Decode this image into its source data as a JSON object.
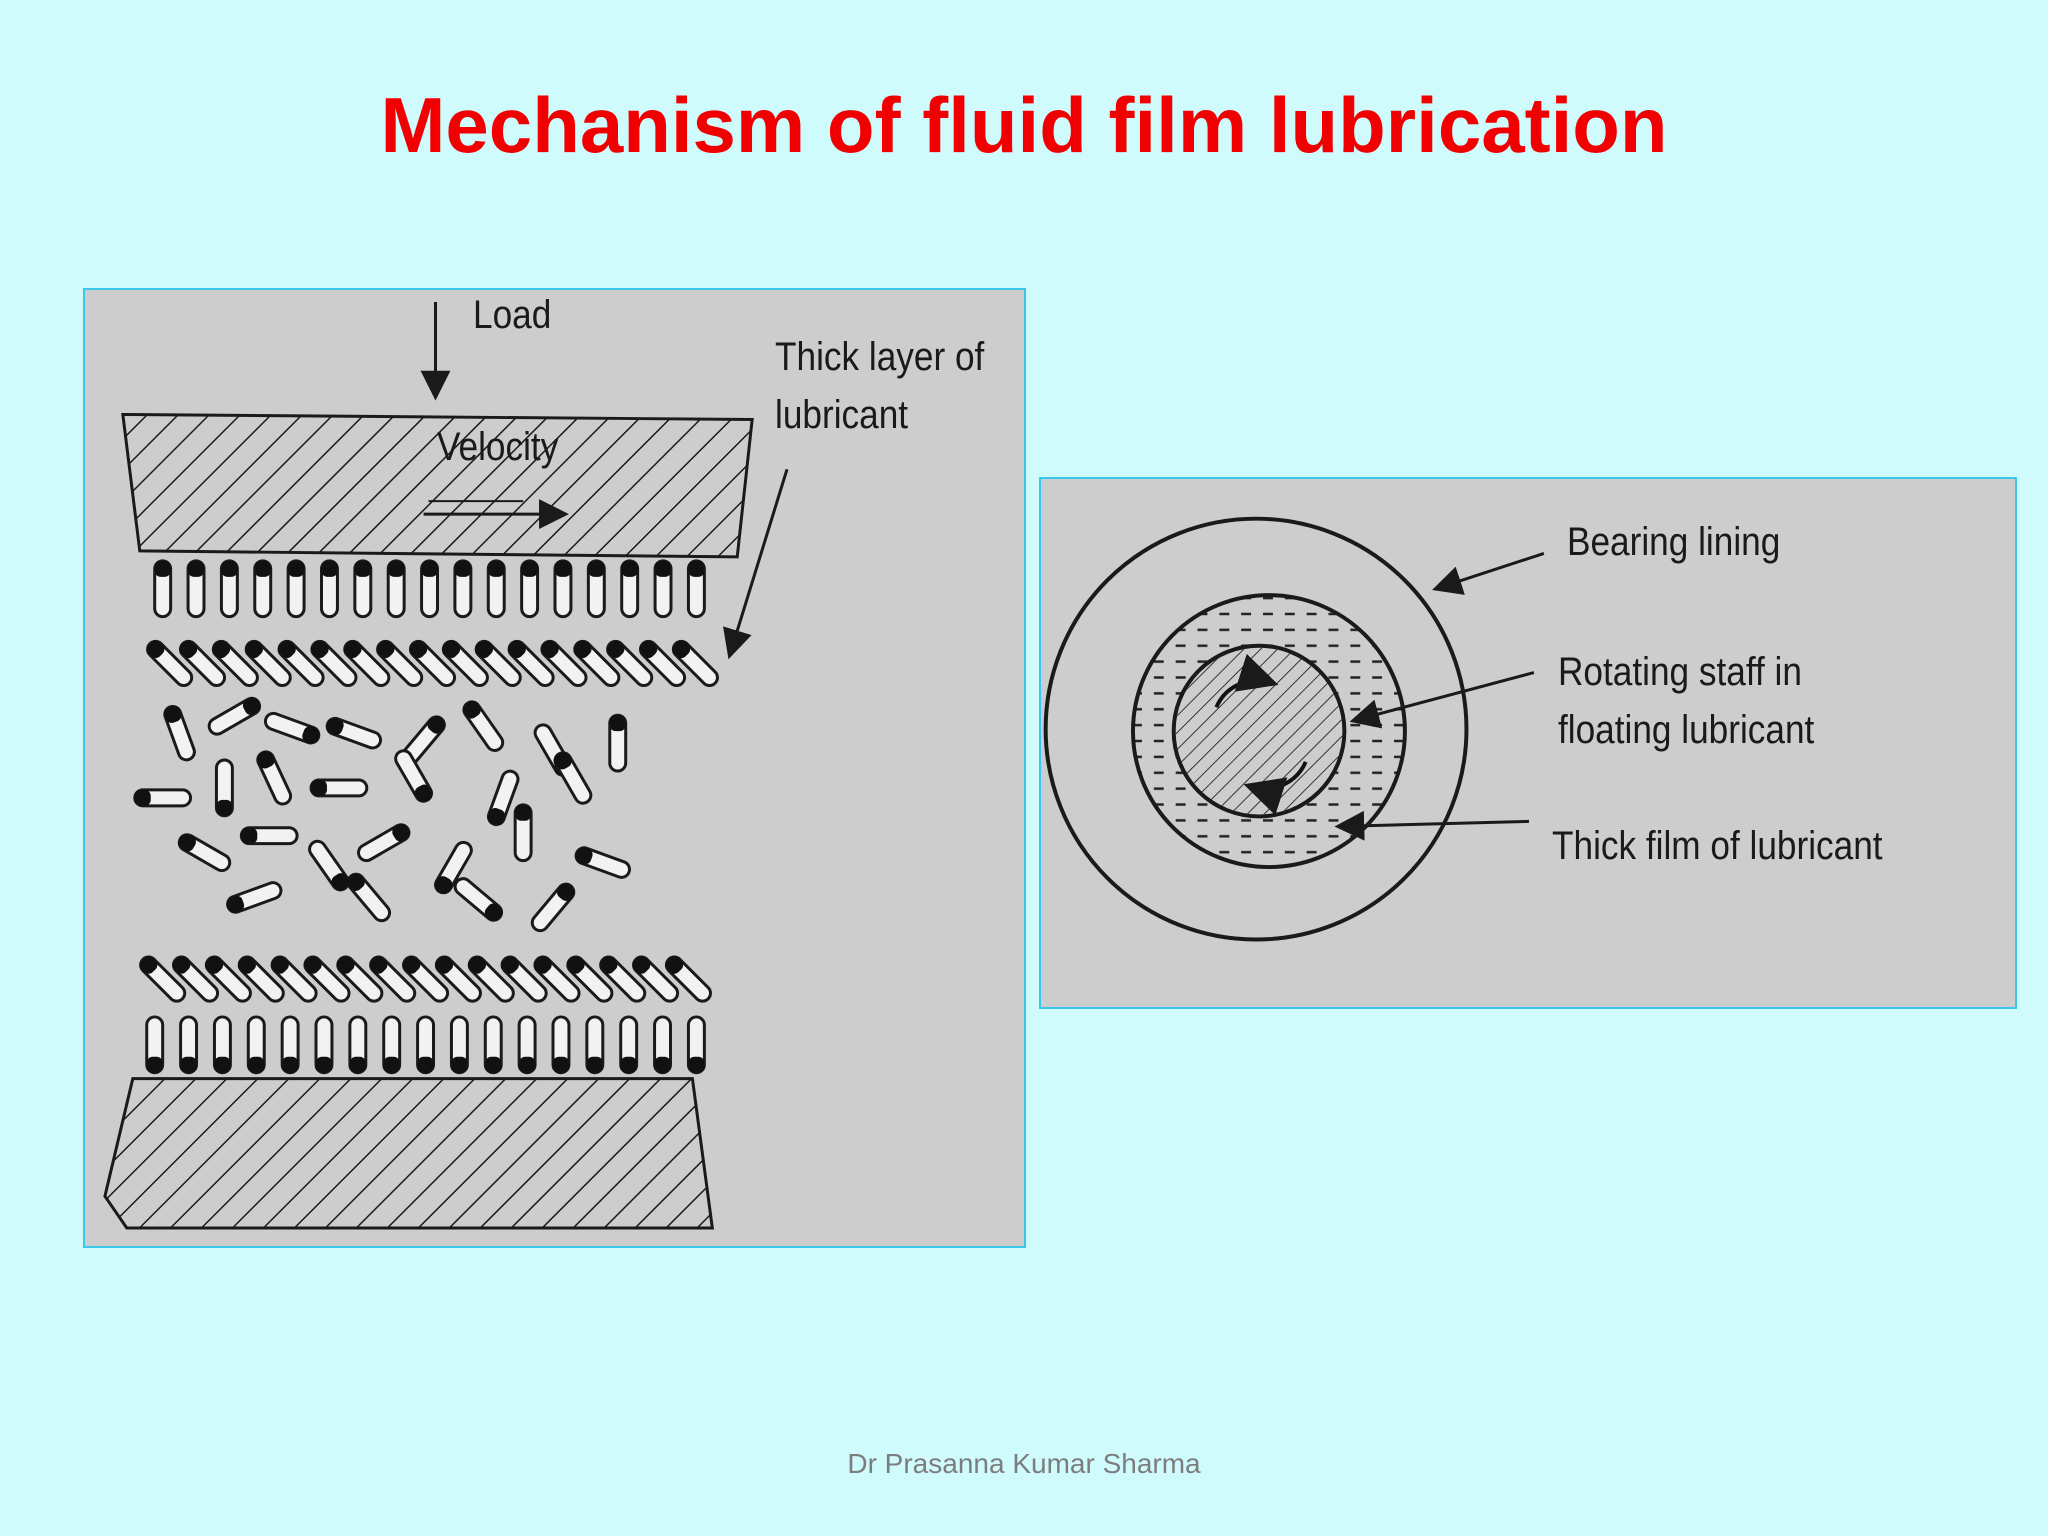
{
  "slide": {
    "title": "Mechanism of fluid film lubrication",
    "footer": "Dr Prasanna Kumar Sharma",
    "colors": {
      "background": "#cffbfd",
      "title": "#f00000",
      "panel": "#cdcdcd",
      "panel_border": "#38c8ee"
    }
  },
  "left_diagram": {
    "load_label": "Load",
    "velocity_label": "Velocity",
    "thick_layer_label_line1": "Thick layer of",
    "thick_layer_label_line2": "lubricant"
  },
  "right_diagram": {
    "bearing_lining_label": "Bearing lining",
    "rotating_label_line1": "Rotating staff in",
    "rotating_label_line2": "floating lubricant",
    "thick_film_label": "Thick film of lubricant"
  }
}
